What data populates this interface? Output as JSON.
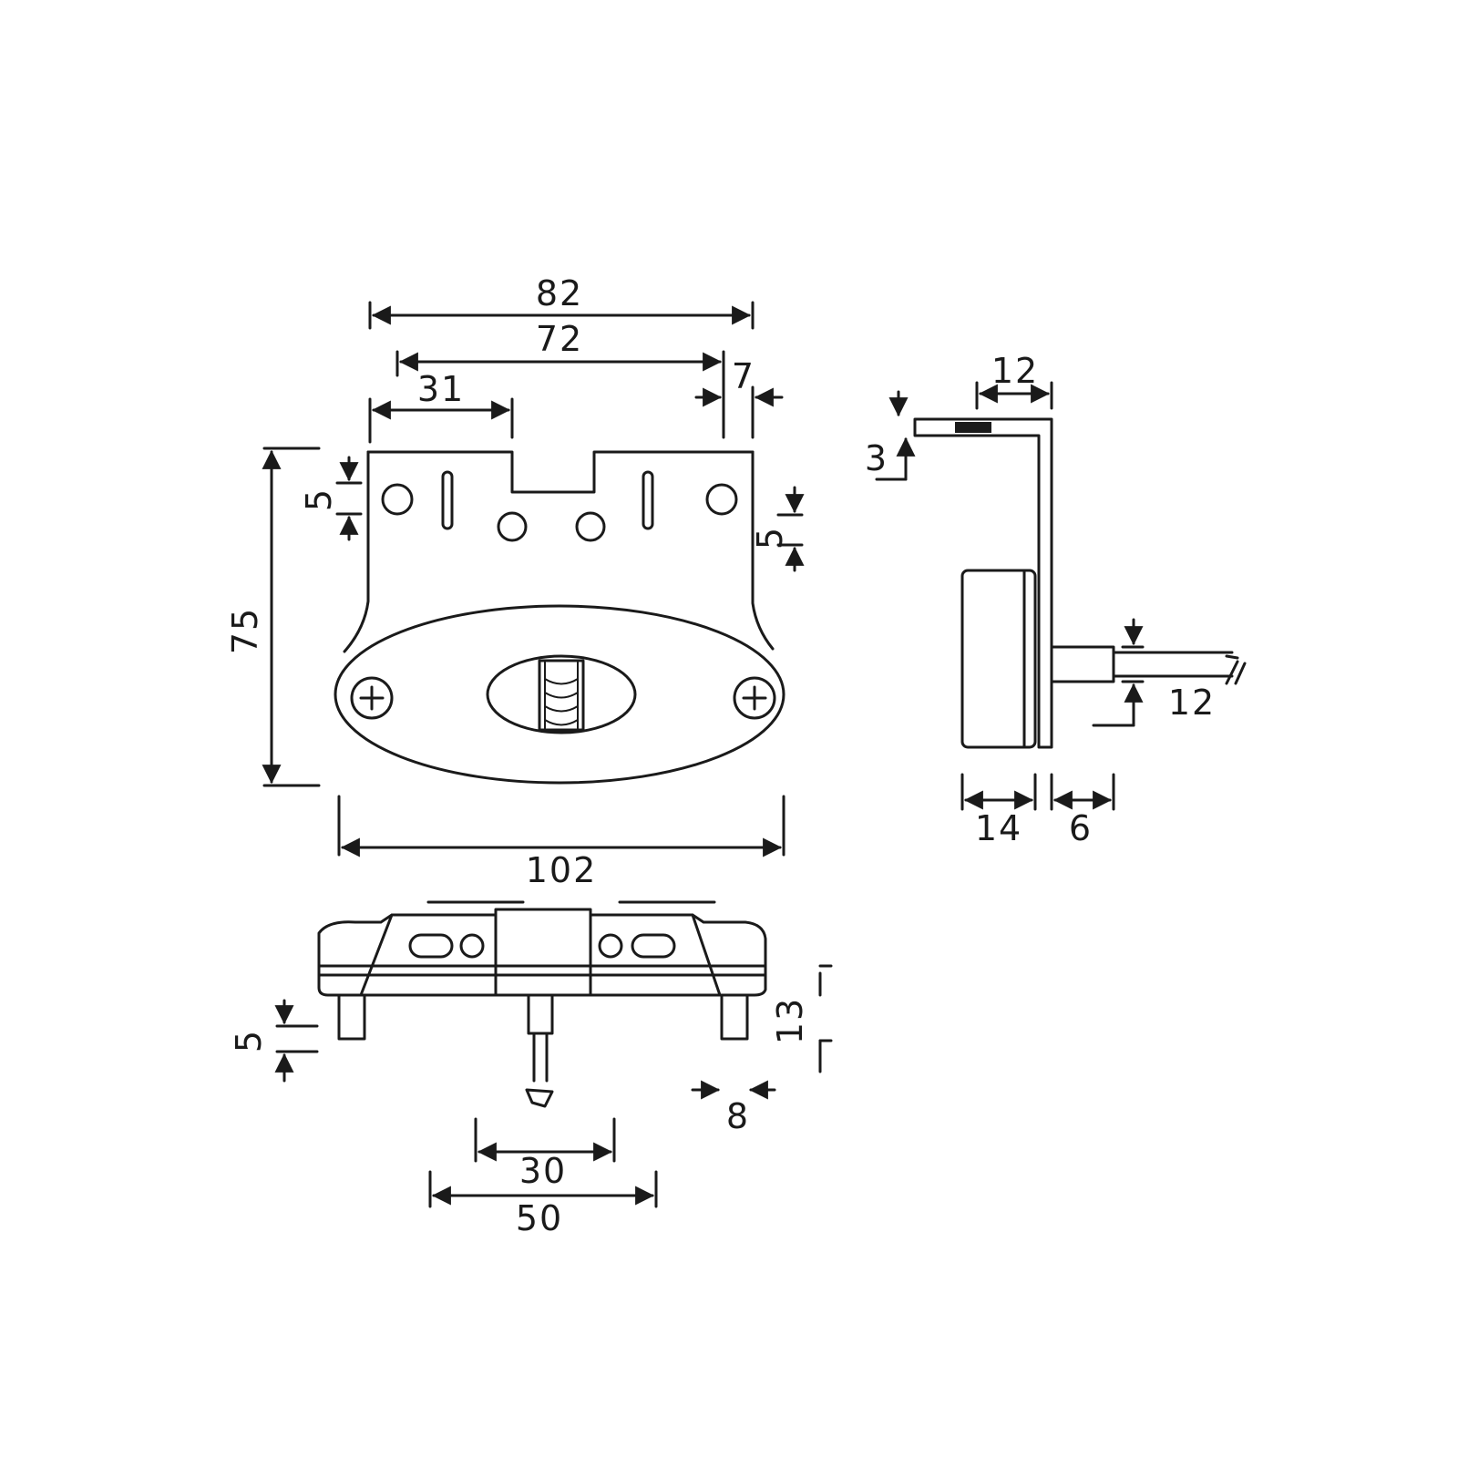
{
  "dimensions": {
    "front_width_top": "82",
    "front_inner_width": "72",
    "front_left_offset": "31",
    "front_right_tab": "7",
    "front_height": "75",
    "front_hole_left": "5",
    "front_hole_right": "5",
    "front_lens_width": "102",
    "side_top_width": "12",
    "side_plate_thickness": "3",
    "side_cable_dia": "12",
    "side_body_depth": "14",
    "side_cable_stub": "6",
    "bottom_pin_height": "5",
    "bottom_height": "13",
    "bottom_pin_width": "8",
    "bottom_inner_width": "30",
    "bottom_outer_width": "50"
  }
}
